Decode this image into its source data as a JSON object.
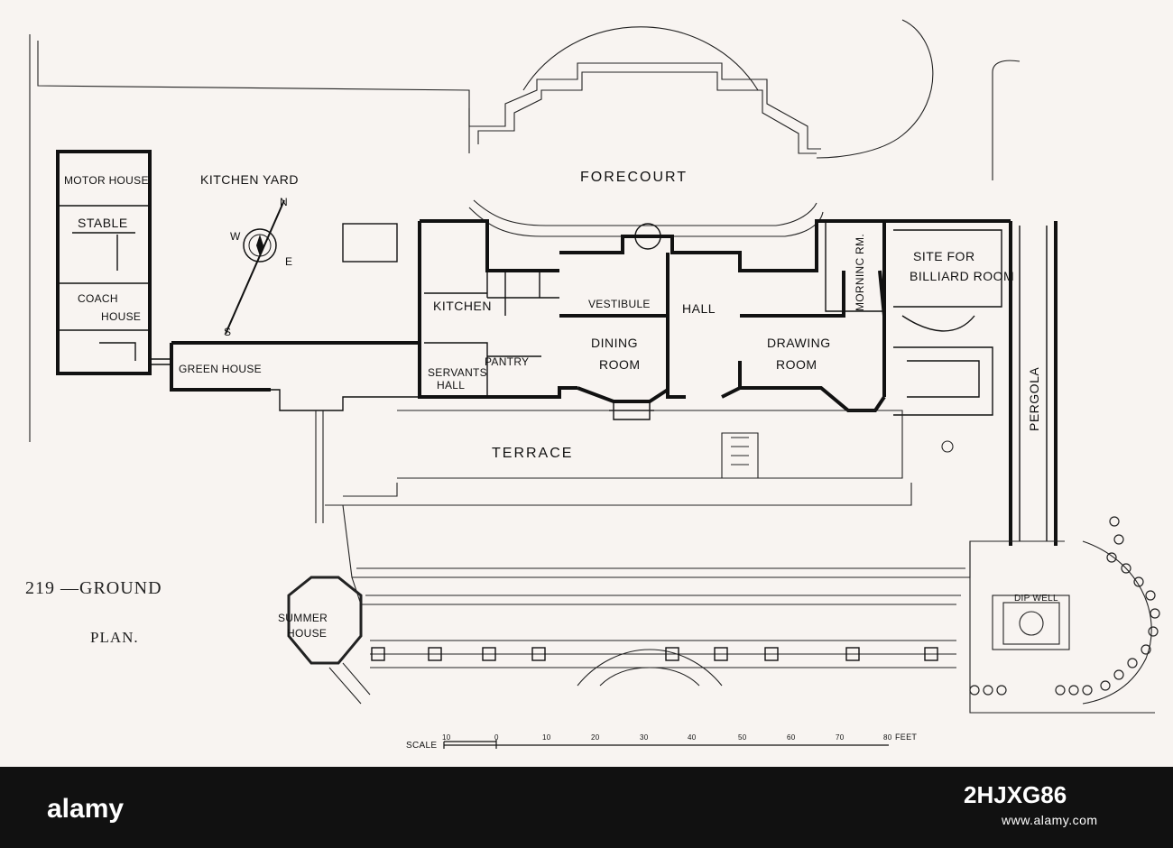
{
  "plan": {
    "labels": {
      "kitchen_yard": "KITCHEN YARD",
      "forecourt": "FORECOURT",
      "motor_house": "MOTOR HOUSE",
      "stable": "STABLE",
      "coach": "COACH",
      "coach_house": "HOUSE",
      "green_house": "GREEN HOUSE",
      "kitchen": "KITCHEN",
      "servants": "SERVANTS",
      "servants_hall": "HALL",
      "pantry": "PANTRY",
      "vestibule": "VESTIBULE",
      "hall": "HALL",
      "dining": "DINING",
      "dining_room": "ROOM",
      "drawing": "DRAWING",
      "drawing_room": "ROOM",
      "morning_rm": "MORNINC RM.",
      "site_for": "SITE FOR",
      "billiard_room": "BILLIARD ROOM",
      "pergola": "PERGOLA",
      "terrace": "TERRACE",
      "summer": "SUMMER",
      "summer_house": "HOUSE",
      "dip_well": "DIP WELL"
    },
    "caption": {
      "line1": "219 —GROUND",
      "line2": "PLAN."
    },
    "compass": {
      "n": "N",
      "s": "S",
      "e": "E",
      "w": "W"
    },
    "scale": {
      "label": "SCALE",
      "ticks": [
        "10",
        "0",
        "10",
        "20",
        "30",
        "40",
        "50",
        "60",
        "70",
        "80"
      ],
      "unit": "FEET"
    }
  },
  "footer": {
    "brand": "alamy",
    "image_id": "2HJXG86",
    "site": "www.alamy.com"
  }
}
